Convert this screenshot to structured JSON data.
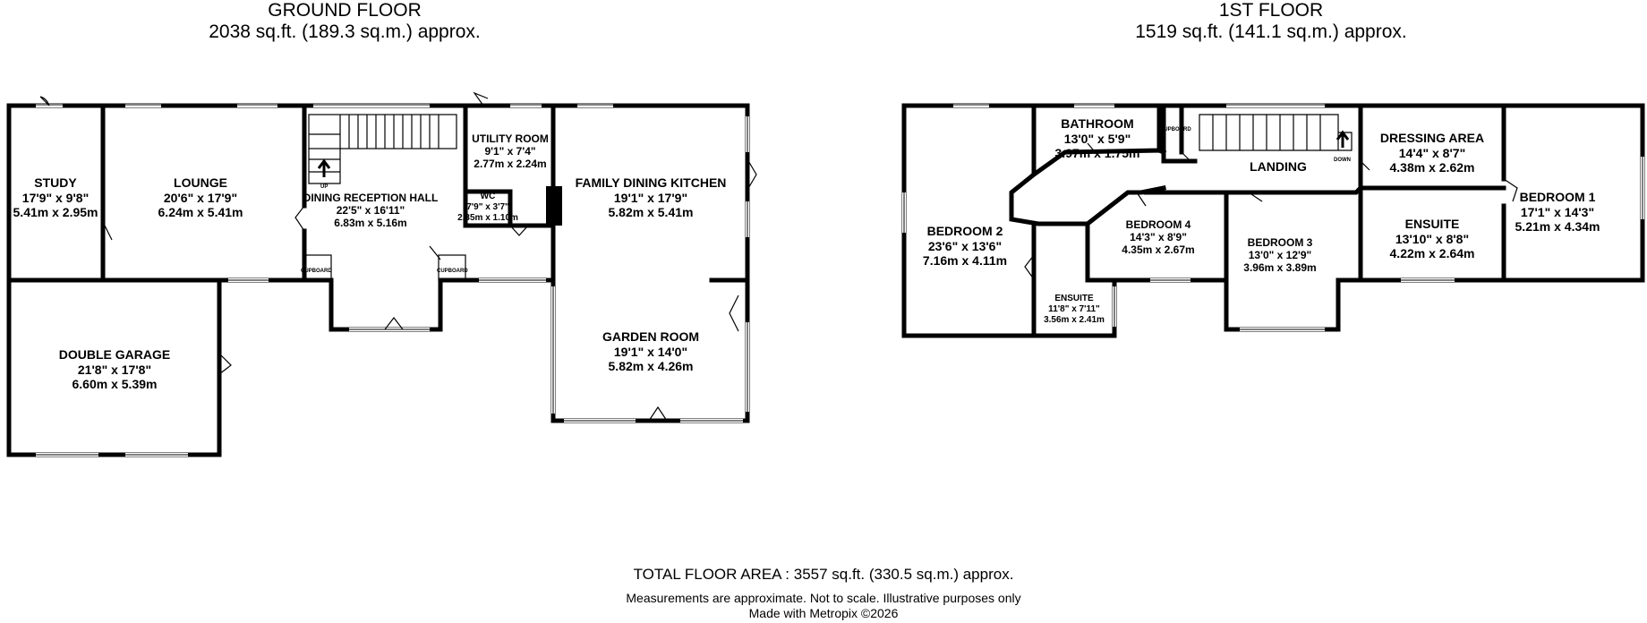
{
  "ground_floor": {
    "title": "GROUND FLOOR",
    "area": "2038 sq.ft. (189.3 sq.m.) approx.",
    "rooms": {
      "study": {
        "name": "STUDY",
        "imperial": "17'9\" x 9'8\"",
        "metric": "5.41m x 2.95m"
      },
      "lounge": {
        "name": "LOUNGE",
        "imperial": "20'6\" x 17'9\"",
        "metric": "6.24m x 5.41m"
      },
      "hall": {
        "name": "DINING RECEPTION HALL",
        "imperial": "22'5\" x 16'11\"",
        "metric": "6.83m x 5.16m"
      },
      "utility": {
        "name": "UTILITY ROOM",
        "imperial": "9'1\" x 7'4\"",
        "metric": "2.77m x 2.24m"
      },
      "wc": {
        "name": "WC",
        "imperial": "7'9\" x 3'7\"",
        "metric": "2.35m x 1.10m"
      },
      "kitchen": {
        "name": "FAMILY DINING KITCHEN",
        "imperial": "19'1\" x 17'9\"",
        "metric": "5.82m x 5.41m"
      },
      "garage": {
        "name": "DOUBLE GARAGE",
        "imperial": "21'8\" x 17'8\"",
        "metric": "6.60m x 5.39m"
      },
      "garden": {
        "name": "GARDEN ROOM",
        "imperial": "19'1\" x 14'0\"",
        "metric": "5.82m x 4.26m"
      }
    },
    "tags": {
      "up": "UP",
      "cupboard1": "CUPBOARD",
      "cupboard2": "CUPBOARD"
    }
  },
  "first_floor": {
    "title": "1ST FLOOR",
    "area": "1519 sq.ft. (141.1 sq.m.) approx.",
    "rooms": {
      "bathroom": {
        "name": "BATHROOM",
        "imperial": "13'0\" x 5'9\"",
        "metric": "3.97m x 1.75m"
      },
      "landing": {
        "name": "LANDING"
      },
      "dressing": {
        "name": "DRESSING AREA",
        "imperial": "14'4\" x 8'7\"",
        "metric": "4.38m x 2.62m"
      },
      "bedroom1": {
        "name": "BEDROOM 1",
        "imperial": "17'1\" x 14'3\"",
        "metric": "5.21m x 4.34m"
      },
      "bedroom2": {
        "name": "BEDROOM 2",
        "imperial": "23'6\" x 13'6\"",
        "metric": "7.16m x 4.11m"
      },
      "bedroom4": {
        "name": "BEDROOM 4",
        "imperial": "14'3\" x 8'9\"",
        "metric": "4.35m x 2.67m"
      },
      "bedroom3": {
        "name": "BEDROOM 3",
        "imperial": "13'0\" x 12'9\"",
        "metric": "3.96m x 3.89m"
      },
      "ensuite1": {
        "name": "ENSUITE",
        "imperial": "13'10\" x 8'8\"",
        "metric": "4.22m x 2.64m"
      },
      "ensuite2": {
        "name": "ENSUITE",
        "imperial": "11'8\" x 7'11\"",
        "metric": "3.56m x 2.41m"
      }
    },
    "tags": {
      "down": "DOWN",
      "cupboard": "CUPBOARD"
    }
  },
  "footer": {
    "total": "TOTAL FLOOR AREA : 3557 sq.ft. (330.5 sq.m.) approx.",
    "note1": "Measurements are approximate.  Not to scale.  Illustrative purposes only",
    "note2": "Made with Metropix ©2026"
  }
}
